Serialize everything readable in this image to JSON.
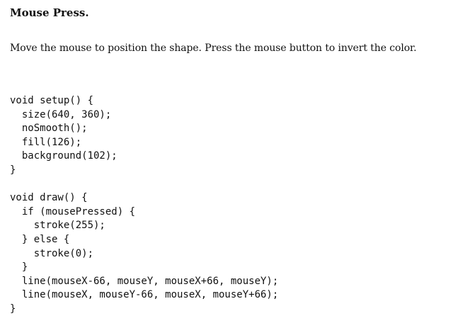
{
  "page": {
    "title": "Mouse Press.",
    "description": "Move the mouse to position the shape. Press the mouse button to invert the color."
  },
  "code": {
    "lines": [
      "void setup() {",
      "  size(640, 360);",
      "  noSmooth();",
      "  fill(126);",
      "  background(102);",
      "}",
      "",
      "void draw() {",
      "  if (mousePressed) {",
      "    stroke(255);",
      "  } else {",
      "    stroke(0);",
      "  }",
      "  line(mouseX-66, mouseY, mouseX+66, mouseY);",
      "  line(mouseX, mouseY-66, mouseX, mouseY+66);",
      "}"
    ]
  }
}
